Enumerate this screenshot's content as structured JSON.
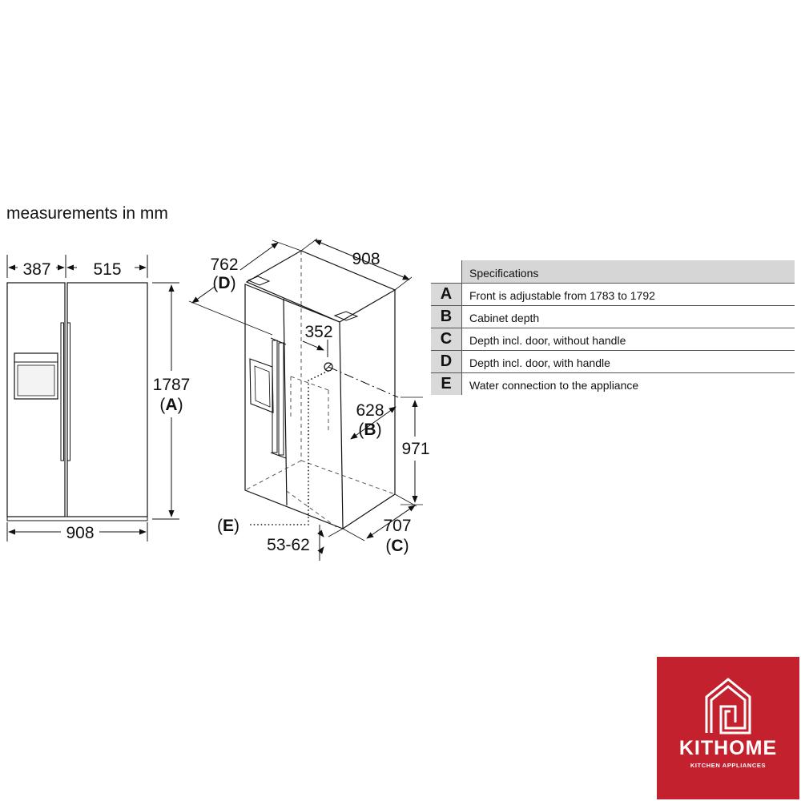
{
  "caption": "measurements in mm",
  "front_view": {
    "left_width": "387",
    "right_width": "515",
    "total_width": "908",
    "height_value": "1787",
    "height_letter": "A"
  },
  "iso_view": {
    "width_top": "908",
    "depth_d_value": "762",
    "depth_d_letter": "D",
    "offset_352": "352",
    "depth_b_value": "628",
    "depth_b_letter": "B",
    "height_971": "971",
    "depth_c_value": "707",
    "depth_c_letter": "C",
    "water_letter": "E",
    "foot_range": "53-62"
  },
  "specifications": {
    "header": "Specifications",
    "rows": [
      {
        "letter": "A",
        "description": "Front is adjustable from 1783 to 1792"
      },
      {
        "letter": "B",
        "description": "Cabinet depth"
      },
      {
        "letter": "C",
        "description": "Depth incl. door, without handle"
      },
      {
        "letter": "D",
        "description": "Depth incl. door, with handle"
      },
      {
        "letter": "E",
        "description": "Water connection to the appliance"
      }
    ]
  },
  "logo": {
    "name": "KITHOME",
    "tagline": "KITCHEN APPLIANCES",
    "background_color": "#c4212e"
  }
}
